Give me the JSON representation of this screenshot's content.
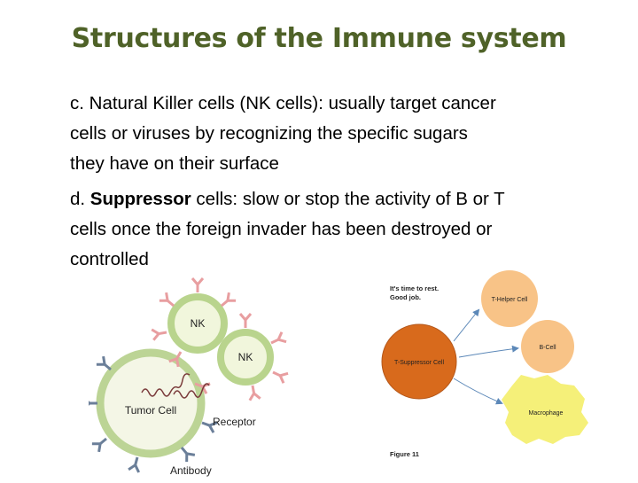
{
  "slide": {
    "title": "Structures of the Immune system",
    "para_c": {
      "lines": [
        "c. Natural Killer cells (NK cells): usually target cancer",
        "cells or viruses by recognizing the specific sugars",
        "they have on their surface"
      ]
    },
    "para_d": {
      "prefix": "d. ",
      "bold_term": "Suppressor",
      "line1_rest": " cells: slow or stop the activity of B or T",
      "lines": [
        "cells once the foreign invader has been destroyed  or",
        "controlled"
      ]
    }
  },
  "figure_nk": {
    "nk_label_1": "NK",
    "nk_label_2": "NK",
    "tumor_label": "Tumor Cell",
    "receptor_label": "Receptor",
    "antibody_label": "Antibody"
  },
  "figure_suppressor": {
    "speech_line1": "It's time to rest.",
    "speech_line2": "Good job.",
    "t_helper_label": "T-Helper Cell",
    "b_cell_label": "B-Cell",
    "t_suppressor_label": "T-Suppressor Cell",
    "macrophage_label": "Macrophage",
    "figure_caption": "Figure 11"
  },
  "colors": {
    "title": "#4f6228",
    "nk_cell_fill": "#f1f6dc",
    "nk_cell_ring": "#b9d48d",
    "tumor_fill": "#f4f6e6",
    "tumor_ring": "#bcd495",
    "receptor": "#e89ea0",
    "antibody": "#6b7f99",
    "t_helper_fill": "#f8c387",
    "b_cell_fill": "#f8c387",
    "t_suppressor_fill": "#d86a1c",
    "macrophage_fill": "#f5f079",
    "arrow": "#5c88b8"
  }
}
